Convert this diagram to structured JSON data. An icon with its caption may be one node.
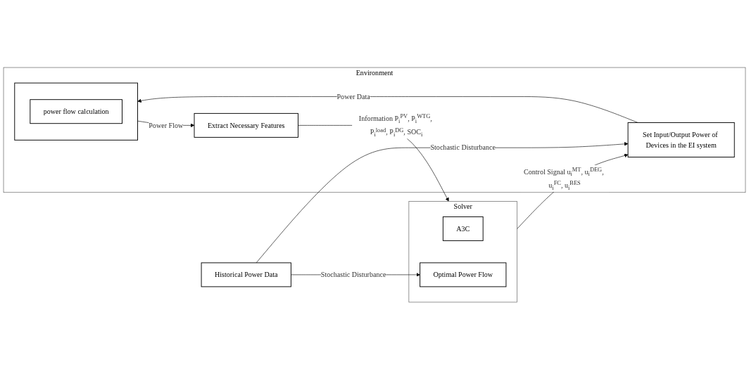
{
  "diagram": {
    "nodes": [
      {
        "text": [
          "Solver"
        ]
      },
      {
        "text": [
          "A3C"
        ],
        "in": 0
      },
      {
        "text": [
          "Optimal Power Flow"
        ],
        "in": 0
      },
      {
        "text": [
          "Environment"
        ]
      },
      {
        "text": [
          "Extract Necessary Features"
        ],
        "in": 3
      },
      {
        "text": [
          "Set Input/Output Power of Devices in the EI system"
        ],
        "in": 3
      },
      {
        "text": [],
        "shape": "box",
        "in": 3
      },
      {
        "text": [
          "power flow calculation"
        ],
        "in": 6
      },
      {
        "text": [
          "Historical Power Data"
        ]
      }
    ],
    "edges": [
      {
        "from": 4,
        "to": 0,
        "arrow": "to",
        "label": "Information P$_{i}$$^{PV}$, P$_{i}$$^{WTG}$, P$_{i}$$^{load}$, P$_{i}$$^{DG}$, SOC$_{i}$"
      },
      {
        "from": 0,
        "to": 5,
        "arrow": "to",
        "label": "Control Signal u$_{i}$$^{MT}$, u$_{i}$$^{DEG}$, u$_{i}$$^{FC}$, u$_{i}$$^{BES}$"
      },
      {
        "from": 5,
        "to": 6,
        "arrow": "to",
        "label": "Power Data"
      },
      {
        "from": 6,
        "to": 4,
        "arrow": "to",
        "label": "Power Flow"
      },
      {
        "from": 8,
        "to": 2,
        "arrow": "to",
        "label": "Stochastic Disturbance"
      },
      {
        "from": 8,
        "to": 5,
        "arrow": "to",
        "label": "Stochastic Disturbance"
      }
    ]
  }
}
